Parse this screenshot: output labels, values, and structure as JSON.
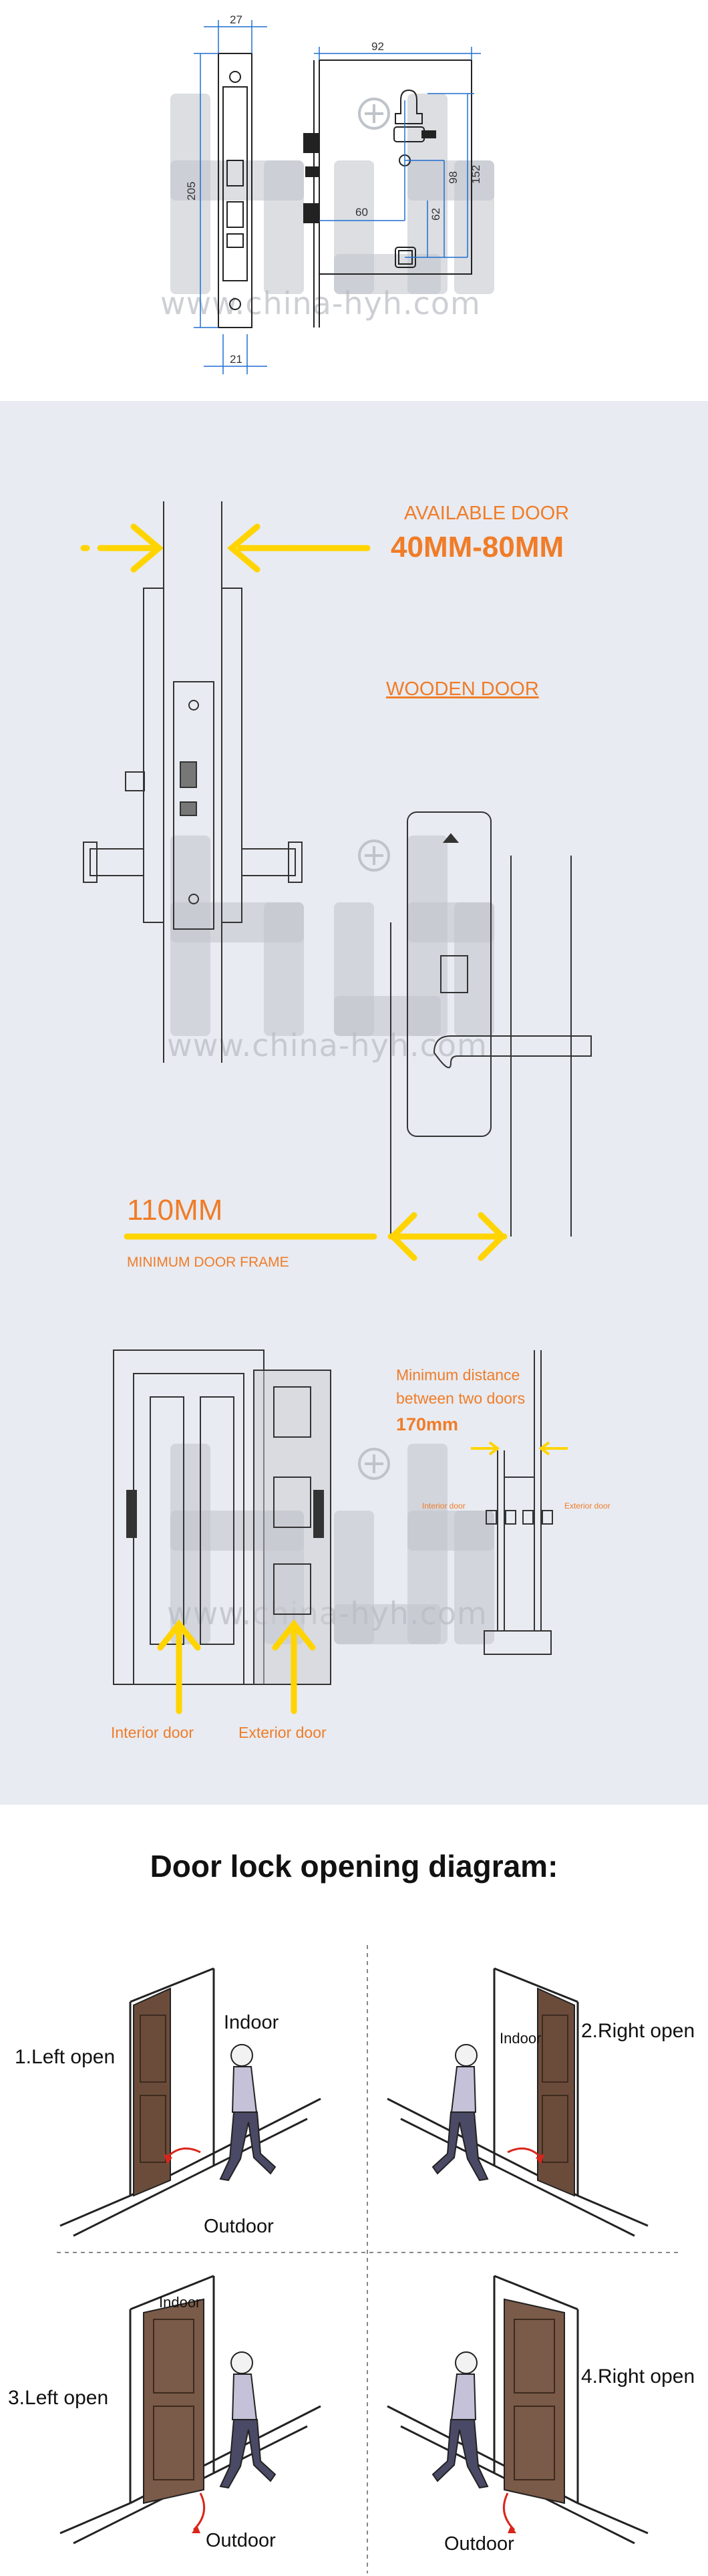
{
  "drawing1": {
    "dims": {
      "top_width": "27",
      "height": "205",
      "bottom_width": "21",
      "body_width": "92",
      "hole_a": "98",
      "hole_b": "152",
      "center_a": "60",
      "center_b": "62"
    },
    "watermark": "www.china-hyh.com"
  },
  "drawing2": {
    "available_door_label": "AVAILABLE DOOR",
    "available_door_range": "40MM-80MM",
    "wooden_door_label": "WOODEN DOOR",
    "frame_value": "110MM",
    "frame_label": "MINIMUM DOOR FRAME",
    "watermark": "www.china-hyh.com"
  },
  "drawing3": {
    "min_distance_line1": "Minimum distance",
    "min_distance_line2": "between two doors",
    "min_distance_value": "170mm",
    "interior_small": "Interior door",
    "exterior_small": "Exterior door",
    "interior_label": "Interior door",
    "exterior_label": "Exterior door",
    "watermark": "www.china-hyh.com"
  },
  "opening": {
    "title": "Door lock opening diagram:",
    "q1": {
      "label": "1.Left open",
      "indoor": "Indoor",
      "outdoor": "Outdoor"
    },
    "q2": {
      "label": "2.Right open",
      "indoor": "Indoor"
    },
    "q3": {
      "label": "3.Left open",
      "indoor": "Indoor",
      "outdoor": "Outdoor"
    },
    "q4": {
      "label": "4.Right open",
      "outdoor": "Outdoor"
    }
  },
  "colors": {
    "yellow": "#ffd400",
    "orange": "#f07c28",
    "blue_dim": "#1f6fd1",
    "door_brown": "#6b4c3b",
    "arrow_red": "#d9261c"
  }
}
